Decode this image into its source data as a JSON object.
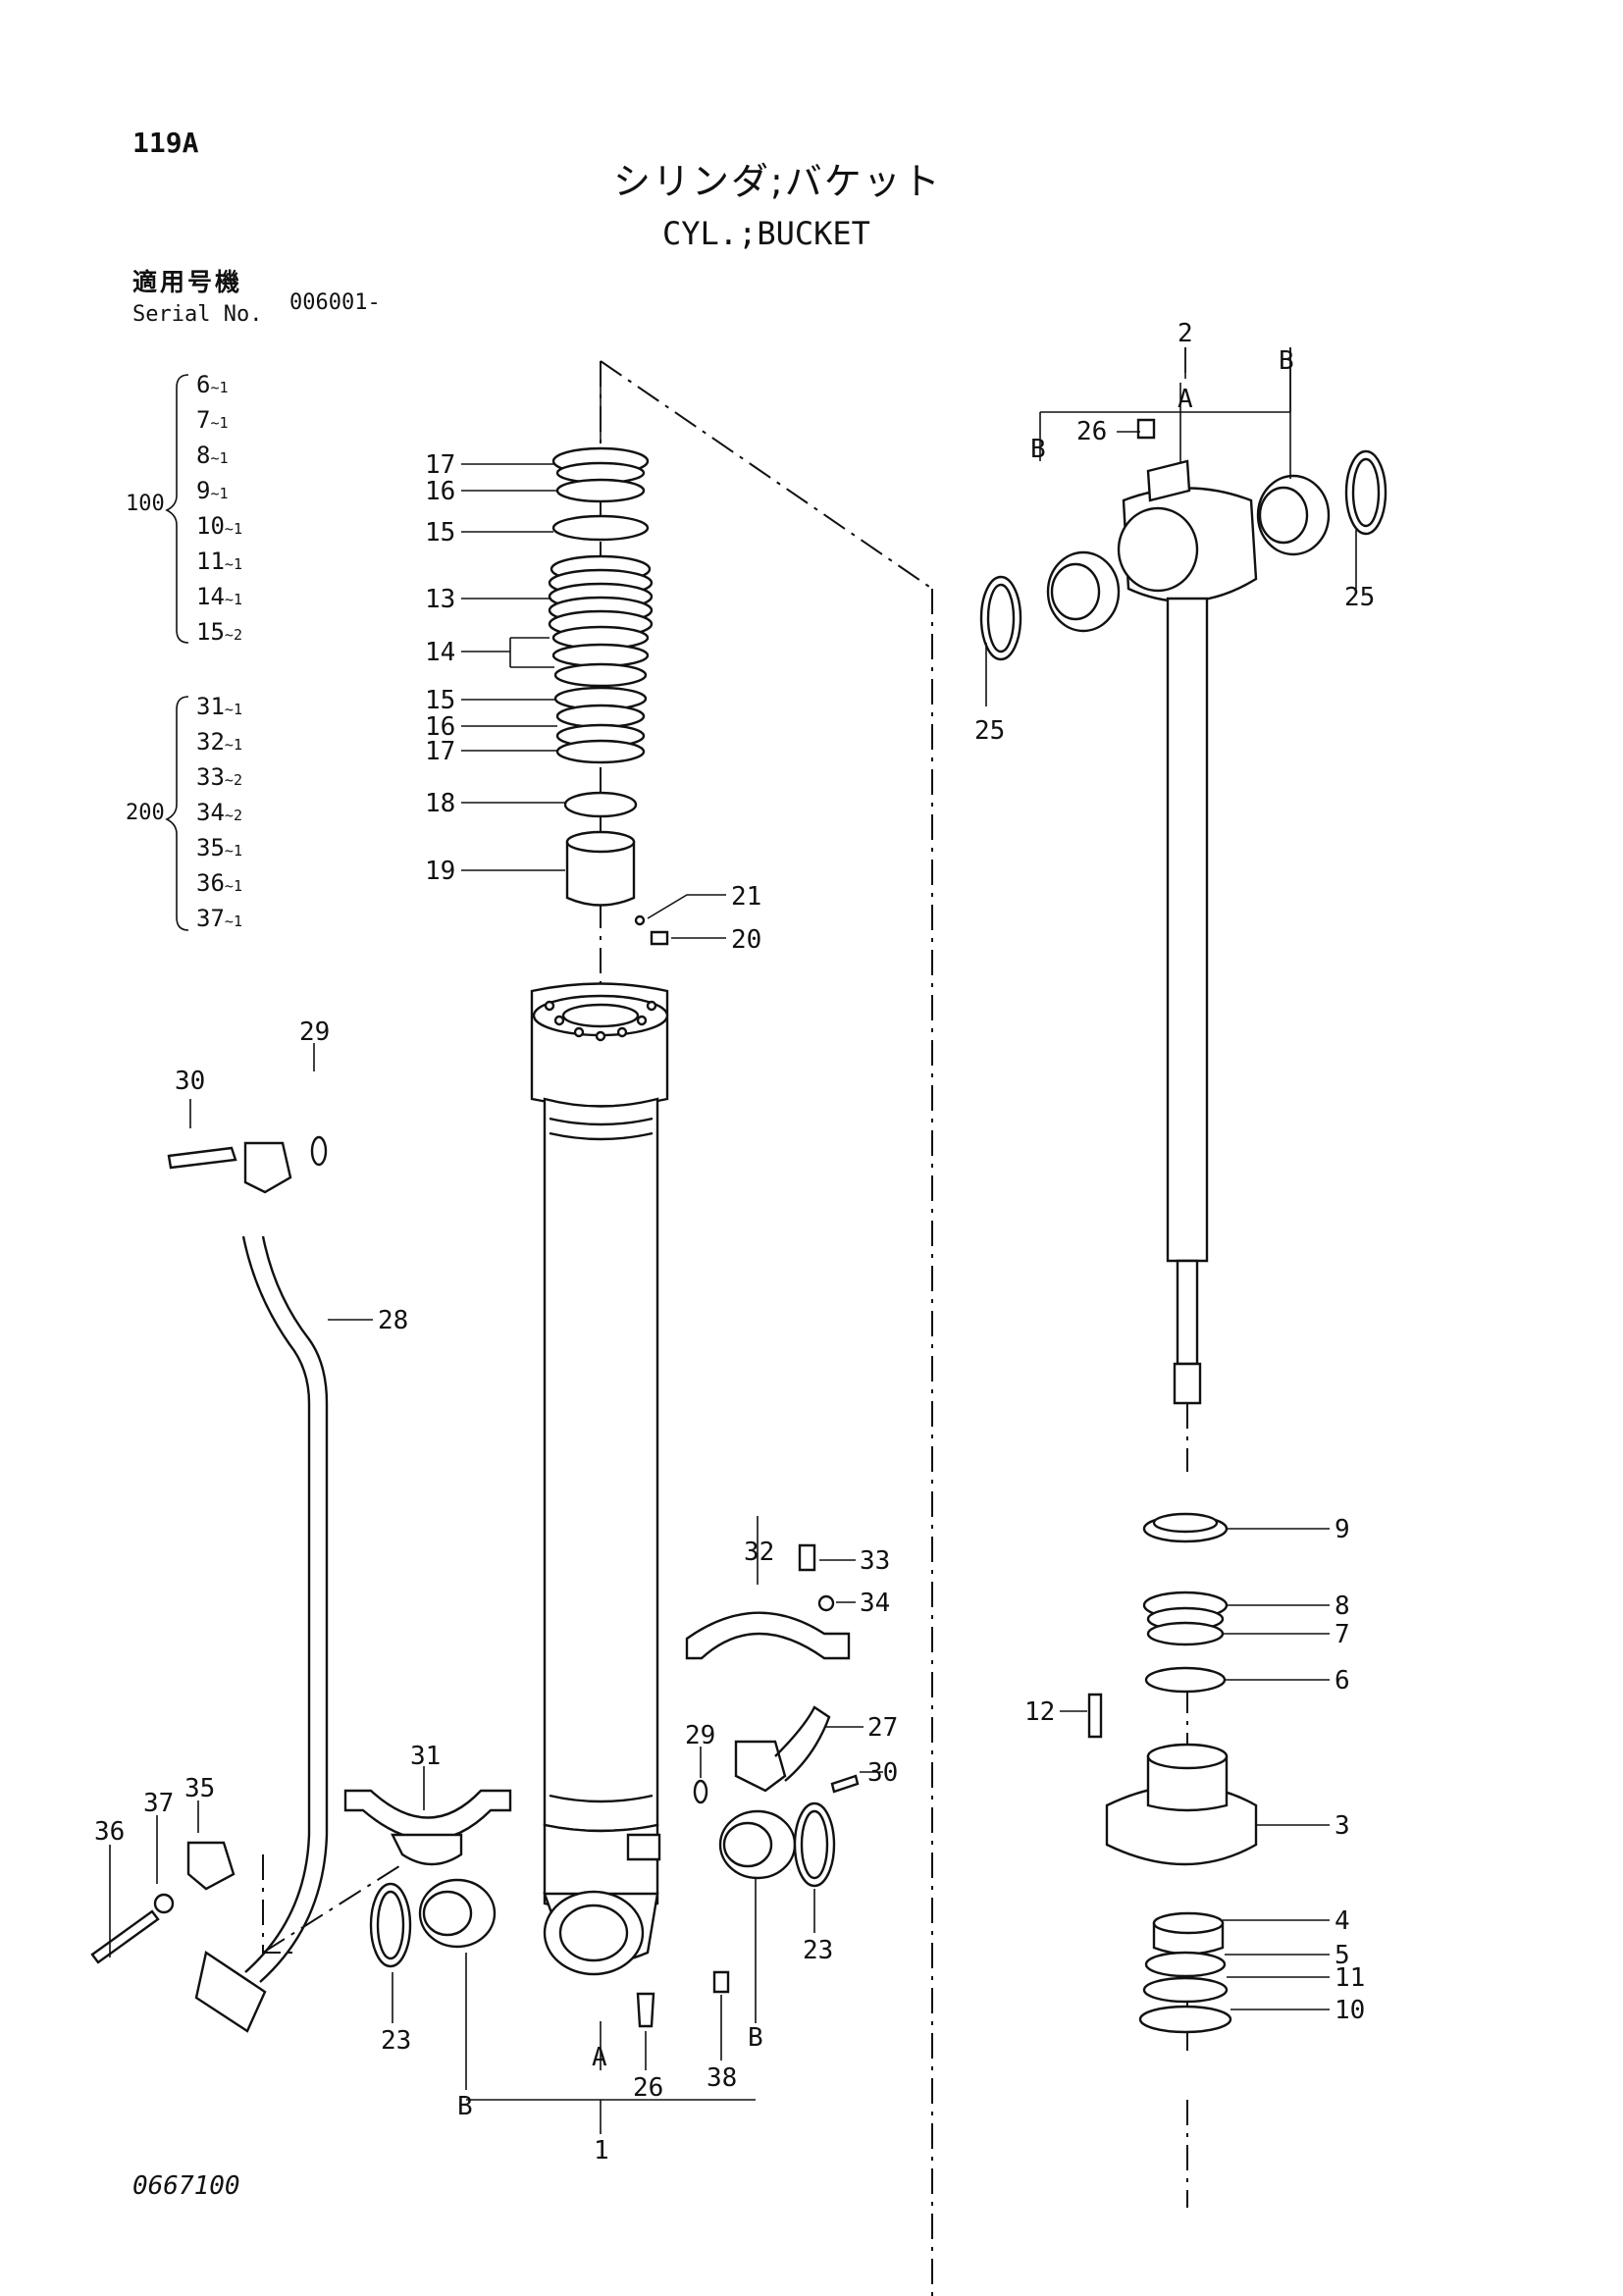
{
  "page_number": "119A",
  "title_jp": "シリンダ;バケット",
  "title_en": "CYL.;BUCKET",
  "serial": {
    "label_jp": "適用号機",
    "label_en": "Serial No.",
    "value": "006001-"
  },
  "kits": [
    {
      "label": "100",
      "items": [
        {
          "part": "6",
          "qty": "1"
        },
        {
          "part": "7",
          "qty": "1"
        },
        {
          "part": "8",
          "qty": "1"
        },
        {
          "part": "9",
          "qty": "1"
        },
        {
          "part": "10",
          "qty": "1"
        },
        {
          "part": "11",
          "qty": "1"
        },
        {
          "part": "14",
          "qty": "1"
        },
        {
          "part": "15",
          "qty": "2"
        }
      ]
    },
    {
      "label": "200",
      "items": [
        {
          "part": "31",
          "qty": "1"
        },
        {
          "part": "32",
          "qty": "1"
        },
        {
          "part": "33",
          "qty": "2"
        },
        {
          "part": "34",
          "qty": "2"
        },
        {
          "part": "35",
          "qty": "1"
        },
        {
          "part": "36",
          "qty": "1"
        },
        {
          "part": "37",
          "qty": "1"
        }
      ]
    }
  ],
  "callouts": {
    "c1": "1",
    "c2": "2",
    "c3": "3",
    "c4": "4",
    "c5": "5",
    "c6": "6",
    "c7": "7",
    "c8": "8",
    "c9": "9",
    "c10": "10",
    "c11": "11",
    "c12": "12",
    "c13": "13",
    "c14": "14",
    "c15a": "15",
    "c15b": "15",
    "c16a": "16",
    "c16b": "16",
    "c17a": "17",
    "c17b": "17",
    "c18": "18",
    "c19": "19",
    "c20": "20",
    "c21": "21",
    "c23a": "23",
    "c23b": "23",
    "c25a": "25",
    "c25b": "25",
    "c26a": "26",
    "c26b": "26",
    "c27": "27",
    "c28": "28",
    "c29a": "29",
    "c29b": "29",
    "c30a": "30",
    "c30b": "30",
    "c31": "31",
    "c32": "32",
    "c33": "33",
    "c34": "34",
    "c35": "35",
    "c36": "36",
    "c37": "37",
    "c38": "38",
    "ref_a_top": "A",
    "ref_a_bottom": "A",
    "ref_b_top_left": "B",
    "ref_b_top_right": "B",
    "ref_b_bottom_left": "B",
    "ref_b_bottom_right": "B"
  },
  "drawing_number": "0667100"
}
